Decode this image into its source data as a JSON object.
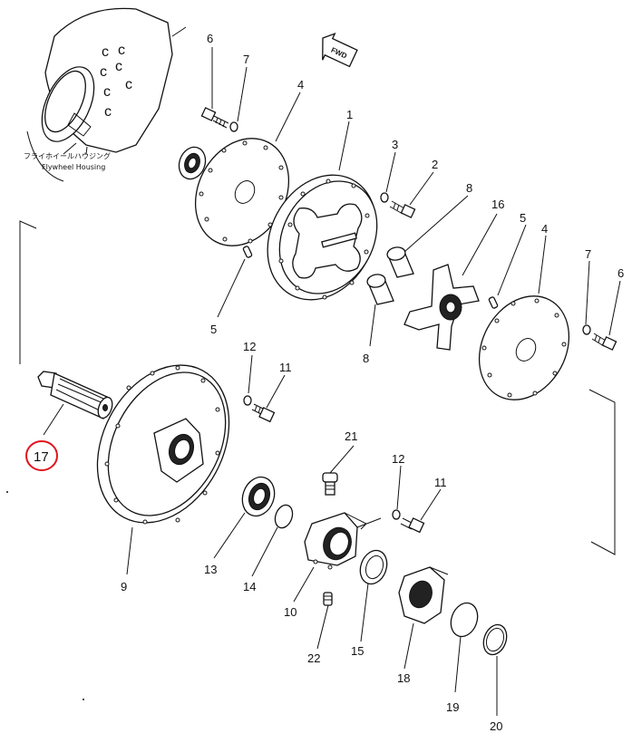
{
  "housing": {
    "label_jp": "フライホイールハウジング",
    "label_en": "Flywheel Housing"
  },
  "direction_marker": {
    "text": "FWD"
  },
  "highlight": {
    "part": "17",
    "color": "#e0141e"
  },
  "callouts": {
    "c1": "1",
    "c2": "2",
    "c3": "3",
    "c4a": "4",
    "c4b": "4",
    "c5a": "5",
    "c5b": "5",
    "c6a": "6",
    "c6b": "6",
    "c7a": "7",
    "c7b": "7",
    "c8a": "8",
    "c8b": "8",
    "c9": "9",
    "c10": "10",
    "c11a": "11",
    "c11b": "11",
    "c12a": "12",
    "c12b": "12",
    "c13": "13",
    "c14": "14",
    "c15": "15",
    "c16": "16",
    "c17": "17",
    "c18": "18",
    "c19": "19",
    "c20": "20",
    "c21": "21",
    "c22": "22"
  }
}
